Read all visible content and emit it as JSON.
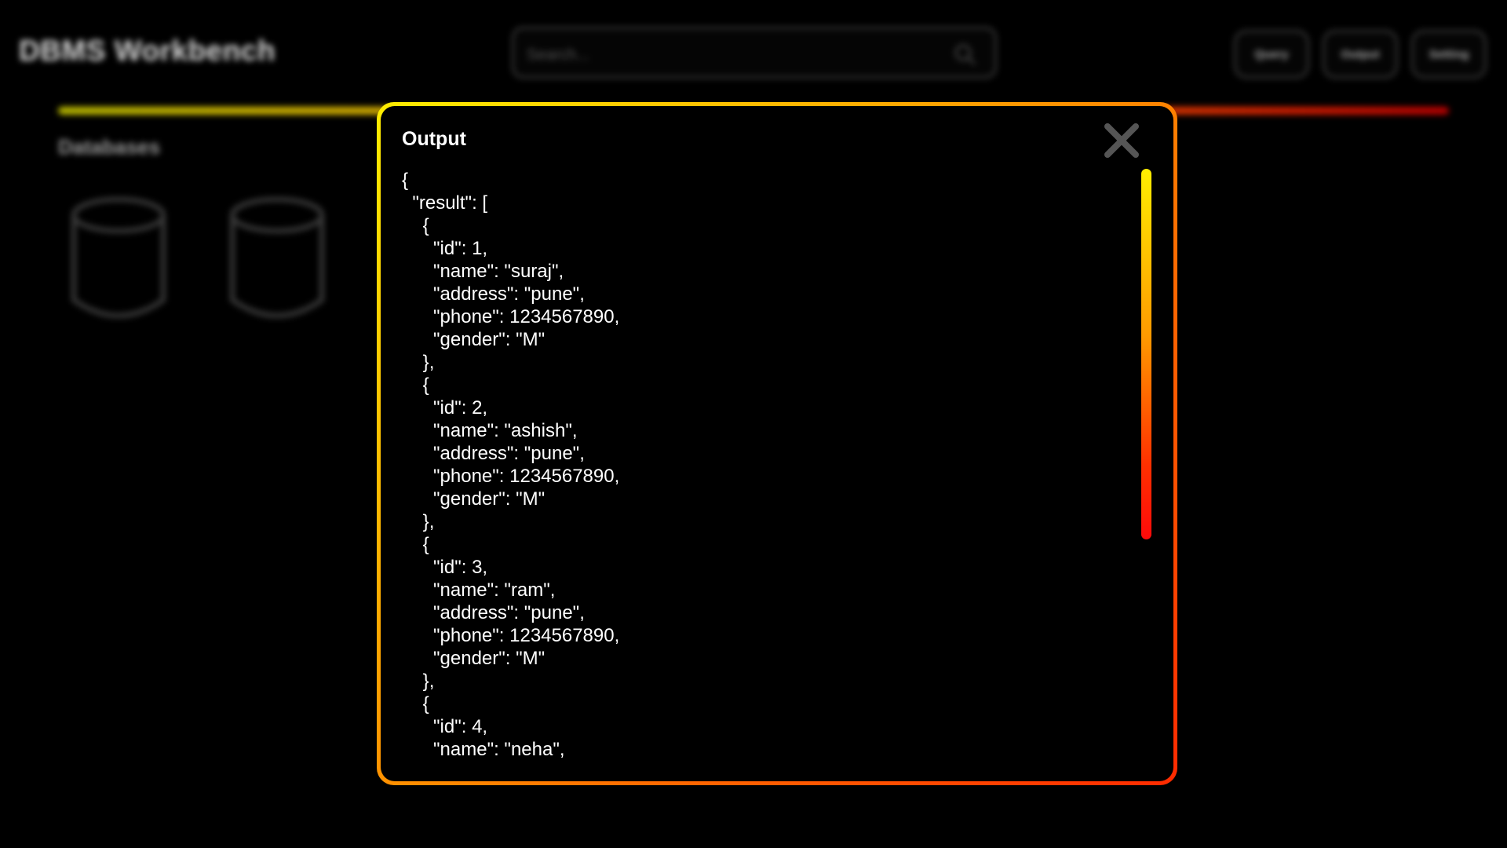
{
  "app": {
    "title": "DBMS Workbench",
    "search_placeholder": "Search...",
    "nav": [
      "Query",
      "Output",
      "Setting"
    ],
    "section_title": "Databases"
  },
  "modal": {
    "title": "Output",
    "close_icon": "close-icon",
    "output_text": "{\n  \"result\": [\n    {\n      \"id\": 1,\n      \"name\": \"suraj\",\n      \"address\": \"pune\",\n      \"phone\": 1234567890,\n      \"gender\": \"M\"\n    },\n    {\n      \"id\": 2,\n      \"name\": \"ashish\",\n      \"address\": \"pune\",\n      \"phone\": 1234567890,\n      \"gender\": \"M\"\n    },\n    {\n      \"id\": 3,\n      \"name\": \"ram\",\n      \"address\": \"pune\",\n      \"phone\": 1234567890,\n      \"gender\": \"M\"\n    },\n    {\n      \"id\": 4,\n      \"name\": \"neha\","
  },
  "colors": {
    "gradient_start": "#ffee00",
    "gradient_mid": "#ff9a00",
    "gradient_end": "#ff0a0a",
    "background": "#000000"
  }
}
